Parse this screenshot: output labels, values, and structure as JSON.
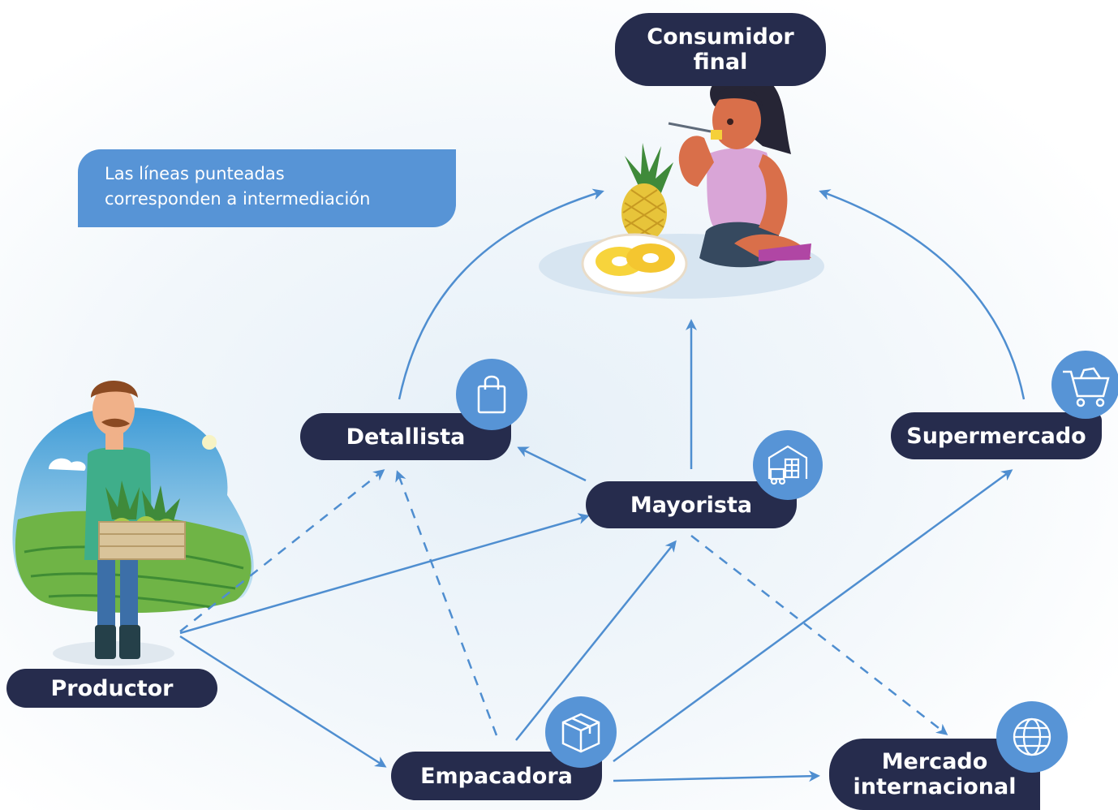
{
  "note": "Las líneas punteadas\ncorresponden a intermediación",
  "nodes": {
    "consumidor": "Consumidor\nfinal",
    "detallista": "Detallista",
    "mayorista": "Mayorista",
    "supermercado": "Supermercado",
    "productor": "Productor",
    "empacadora": "Empacadora",
    "mercado": "Mercado\ninternacional"
  },
  "icons": {
    "detallista": "shopping-bag-icon",
    "mayorista": "warehouse-truck-icon",
    "supermercado": "shopping-cart-icon",
    "empacadora": "box-icon",
    "mercado": "globe-icon"
  },
  "edges": [
    {
      "from": "Productor",
      "to": "Mayorista",
      "style": "solid"
    },
    {
      "from": "Productor",
      "to": "Empacadora",
      "style": "solid"
    },
    {
      "from": "Productor",
      "to": "Detallista",
      "style": "dashed"
    },
    {
      "from": "Empacadora",
      "to": "Detallista",
      "style": "dashed"
    },
    {
      "from": "Empacadora",
      "to": "Mayorista",
      "style": "solid"
    },
    {
      "from": "Empacadora",
      "to": "Supermercado",
      "style": "solid"
    },
    {
      "from": "Empacadora",
      "to": "Mercado internacional",
      "style": "solid"
    },
    {
      "from": "Mayorista",
      "to": "Detallista",
      "style": "solid"
    },
    {
      "from": "Mayorista",
      "to": "Consumidor final",
      "style": "solid"
    },
    {
      "from": "Mayorista",
      "to": "Mercado internacional",
      "style": "dashed"
    },
    {
      "from": "Detallista",
      "to": "Consumidor final",
      "style": "solid"
    },
    {
      "from": "Supermercado",
      "to": "Consumidor final",
      "style": "solid"
    }
  ],
  "colors": {
    "pill": "#262c4d",
    "accent": "#5794d6",
    "line": "#4f8ed0"
  }
}
